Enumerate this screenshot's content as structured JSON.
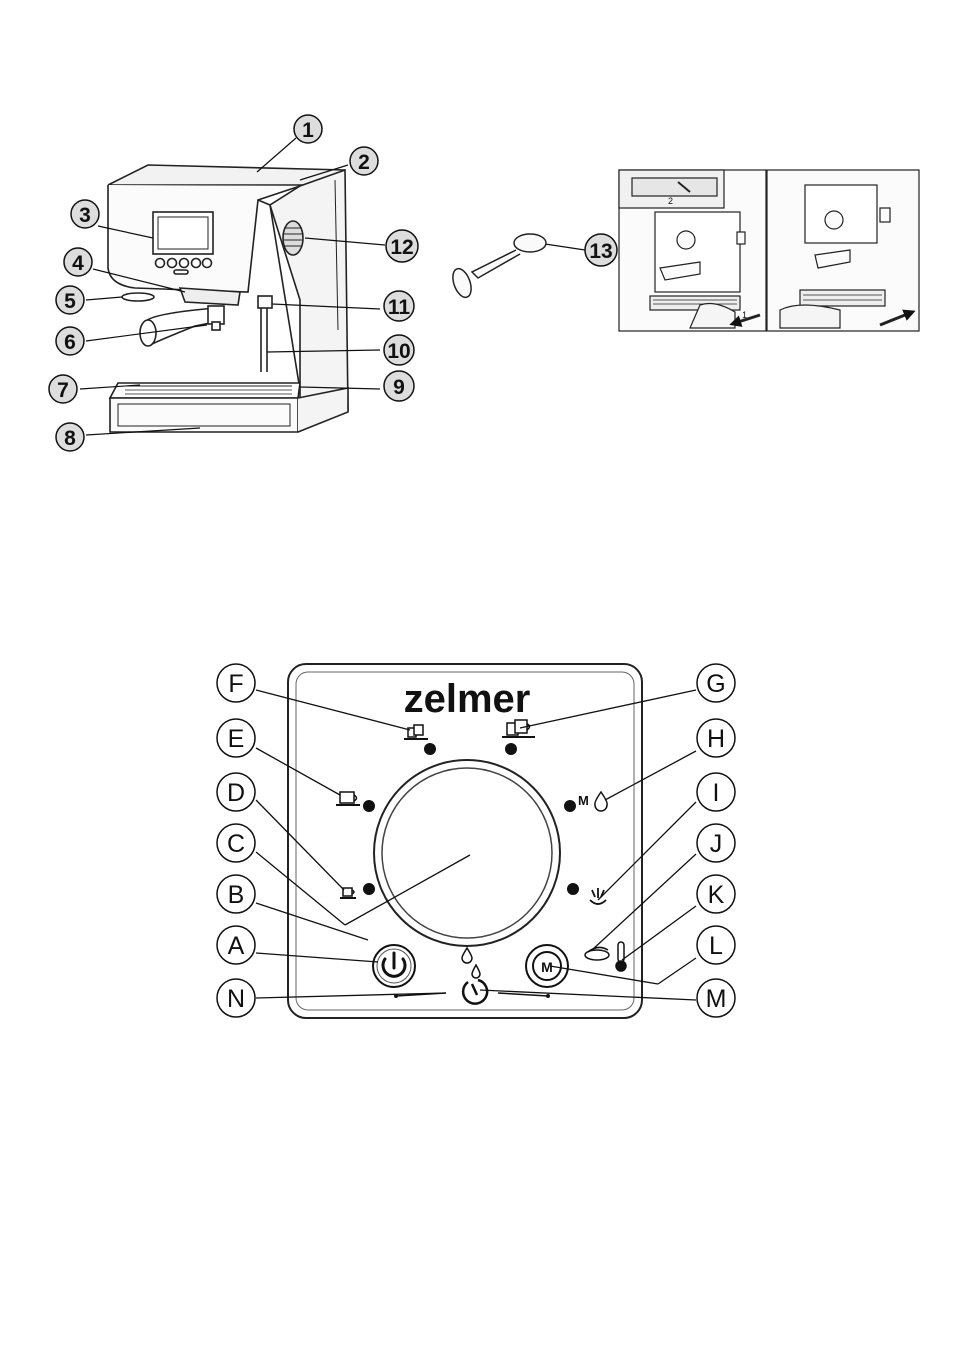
{
  "machine": {
    "callouts": [
      "1",
      "2",
      "3",
      "4",
      "5",
      "6",
      "7",
      "8",
      "9",
      "10",
      "11",
      "12",
      "13"
    ],
    "step_numbers": [
      "1",
      "2"
    ]
  },
  "panel": {
    "brand": "zelmer",
    "callouts": [
      "A",
      "B",
      "C",
      "D",
      "E",
      "F",
      "G",
      "H",
      "I",
      "J",
      "K",
      "L",
      "M",
      "N"
    ],
    "button_m_label": "M",
    "steam_label": "M"
  },
  "icons": {
    "power": "power-icon",
    "menu": "menu-m-button-icon",
    "one_cup": "single-cup-icon",
    "one_large_cup": "large-cup-icon",
    "two_cups": "double-cup-icon",
    "two_large_cups": "double-large-cup-icon",
    "steam": "steam-icon",
    "hot_water": "hot-water-icon",
    "descale": "descale-icon",
    "temperature": "thermometer-icon",
    "water_drop": "water-drop-icon"
  }
}
